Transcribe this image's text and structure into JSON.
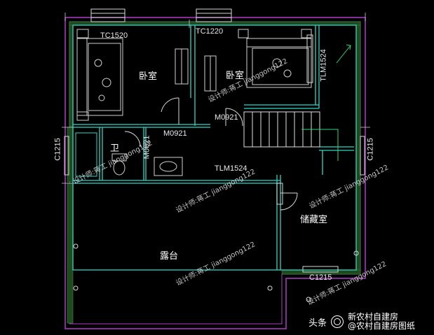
{
  "rooms": {
    "bedroom_left": "卧室",
    "bedroom_right": "卧室",
    "bathroom": "卫",
    "storage": "储藏室",
    "terrace": "露台"
  },
  "openings": {
    "window_tc1520": "TC1520",
    "window_tc1220": "TC1220",
    "door_tlm1524_vertical": "TLM1524",
    "door_m0921_left": "M0921",
    "door_m0921_center": "M0921",
    "door_m0821": "M0821",
    "door_tlm1524_horizontal": "TLM1524",
    "window_c1215_left": "C1215",
    "window_c1215_right": "C1215",
    "window_c1215_bottom": "C1215"
  },
  "watermarks": [
    "设计师:蒋工 jianggong122",
    "设计师:蒋工 jianggong122",
    "设计师:蒋工 jianggong122",
    "设计师:蒋工 jianggong122",
    "设计师:蒋工 jianggong122",
    "设计师:蒋工 jianggong122"
  ],
  "footer": {
    "source": "头条",
    "account_line1": "新农村自建房",
    "account_line2": "@农村自建房图纸"
  },
  "colors": {
    "background": "#000000",
    "outer_wall": "#b03cc8",
    "wall_line": "#2fd6c6",
    "hatch": "#2f6f2f",
    "furniture": "#d8d8d8",
    "dimension": "#c8c8c8"
  }
}
